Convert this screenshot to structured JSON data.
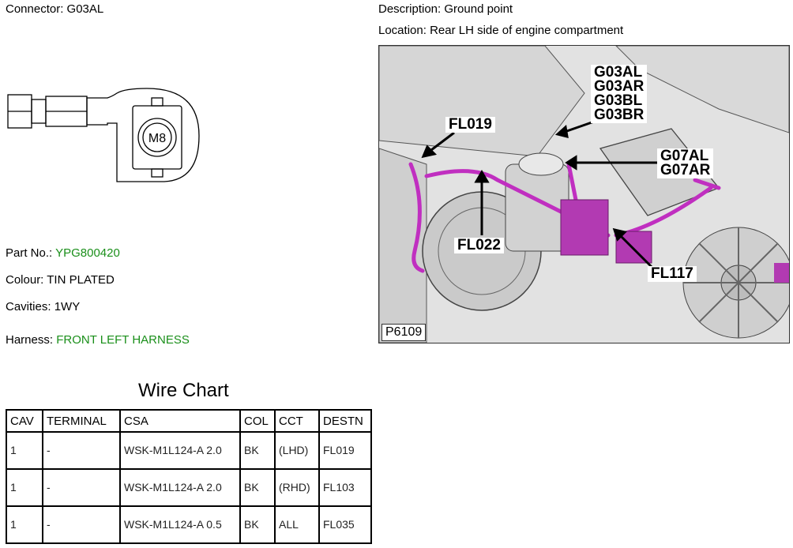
{
  "connector": {
    "label": "Connector:",
    "value": "G03AL",
    "stud_label": "M8"
  },
  "description": {
    "label": "Description:",
    "value": "Ground point"
  },
  "location": {
    "label": "Location:",
    "value": "Rear LH side of engine compartment"
  },
  "part_no": {
    "label": "Part No.:",
    "value": "YPG800420"
  },
  "colour": {
    "label": "Colour:",
    "value": "TIN PLATED"
  },
  "cavities": {
    "label": "Cavities:",
    "value": "1WY"
  },
  "harness": {
    "label": "Harness:",
    "value": "FRONT LEFT HARNESS"
  },
  "photo": {
    "id": "P6109",
    "callouts": {
      "grounds_g03": "G03AL\nG03AR\nG03BL\nG03BR",
      "fl019": "FL019",
      "grounds_g07": "G07AL\nG07AR",
      "fl022": "FL022",
      "fl117": "FL117"
    }
  },
  "wire_chart": {
    "title": "Wire Chart",
    "headers": [
      "CAV",
      "TERMINAL",
      "CSA",
      "COL",
      "CCT",
      "DESTN"
    ],
    "rows": [
      [
        "1",
        "-",
        "WSK-M1L124-A 2.0",
        "BK",
        "(LHD)",
        "FL019"
      ],
      [
        "1",
        "-",
        "WSK-M1L124-A 2.0",
        "BK",
        "(RHD)",
        "FL103"
      ],
      [
        "1",
        "-",
        "WSK-M1L124-A 0.5",
        "BK",
        "ALL",
        "FL035"
      ]
    ]
  },
  "colors": {
    "harness_magenta": "#c02fc0",
    "link_green": "#1a8f1a"
  }
}
